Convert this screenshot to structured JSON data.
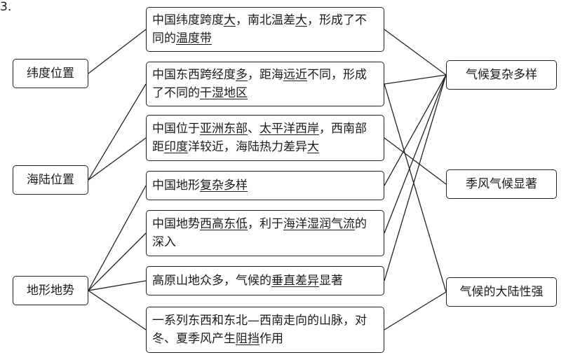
{
  "corner_label": "3.",
  "left_nodes": [
    {
      "id": "L1",
      "label": "纬度位置"
    },
    {
      "id": "L2",
      "label": "海陆位置"
    },
    {
      "id": "L3",
      "label": "地形地势"
    }
  ],
  "right_nodes": [
    {
      "id": "R1",
      "label": "气候复杂多样"
    },
    {
      "id": "R2",
      "label": "季风气候显著"
    },
    {
      "id": "R3",
      "label": "气候的大陆性强"
    }
  ],
  "middle_nodes": [
    {
      "id": "M1",
      "segments": [
        {
          "t": "中国纬度跨度"
        },
        {
          "t": "大",
          "u": true
        },
        {
          "t": "，南北温差"
        },
        {
          "t": "大",
          "u": true
        },
        {
          "t": "，形成了不同的"
        },
        {
          "t": "温度带",
          "u": true
        }
      ]
    },
    {
      "id": "M2",
      "segments": [
        {
          "t": "中国东西跨经度"
        },
        {
          "t": "多",
          "u": true
        },
        {
          "t": "，距海"
        },
        {
          "t": "远近",
          "u": true
        },
        {
          "t": "不同，形成了不同的"
        },
        {
          "t": "干湿地区",
          "u": true
        }
      ]
    },
    {
      "id": "M3",
      "segments": [
        {
          "t": "中国位于"
        },
        {
          "t": "亚洲东部",
          "u": true
        },
        {
          "t": "、"
        },
        {
          "t": "太平洋西岸",
          "u": true
        },
        {
          "t": "，西南部距"
        },
        {
          "t": "印度",
          "u": true
        },
        {
          "t": "洋较近，海陆热力差异"
        },
        {
          "t": "大",
          "u": true
        }
      ]
    },
    {
      "id": "M4",
      "segments": [
        {
          "t": "中国地形"
        },
        {
          "t": "复杂多样",
          "u": true
        }
      ]
    },
    {
      "id": "M5",
      "segments": [
        {
          "t": "中国地势"
        },
        {
          "t": "西高东低",
          "u": true
        },
        {
          "t": "，利于"
        },
        {
          "t": "海洋湿润气流",
          "u": true
        },
        {
          "t": "的深入"
        }
      ]
    },
    {
      "id": "M6",
      "segments": [
        {
          "t": "高原山地众多，气候的"
        },
        {
          "t": "垂直差异",
          "u": true
        },
        {
          "t": "显著"
        }
      ]
    },
    {
      "id": "M7",
      "segments": [
        {
          "t": "一系列东西和东北—西南走向的山脉，对冬、夏季风产生"
        },
        {
          "t": "阻挡",
          "u": true
        },
        {
          "t": "作用"
        }
      ]
    }
  ],
  "connections": [
    [
      "L1",
      "M1"
    ],
    [
      "L2",
      "M2"
    ],
    [
      "L2",
      "M3"
    ],
    [
      "L3",
      "M4"
    ],
    [
      "L3",
      "M5"
    ],
    [
      "L3",
      "M6"
    ],
    [
      "L3",
      "M7"
    ],
    [
      "M1",
      "R1"
    ],
    [
      "M2",
      "R1"
    ],
    [
      "M4",
      "R1"
    ],
    [
      "M5",
      "R1"
    ],
    [
      "M6",
      "R1"
    ],
    [
      "M2",
      "R3"
    ],
    [
      "M3",
      "R2"
    ],
    [
      "M7",
      "R3"
    ]
  ]
}
